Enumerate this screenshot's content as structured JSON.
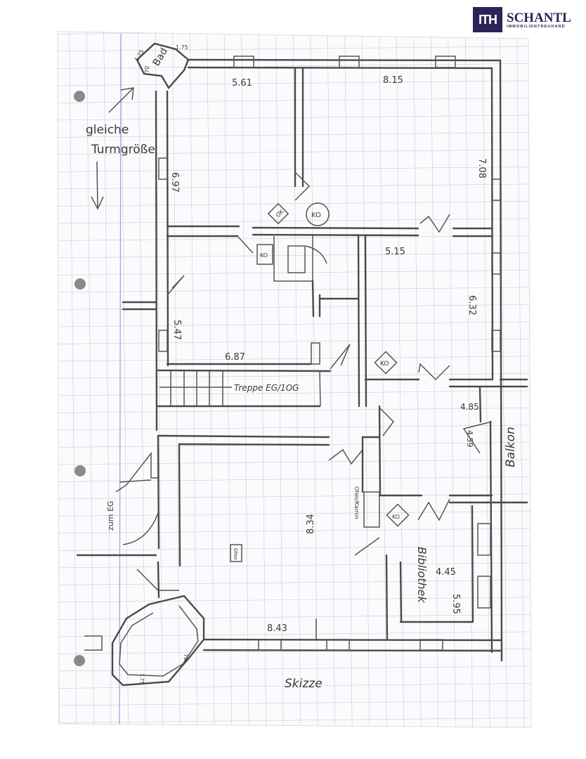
{
  "logo": {
    "mark": "ITH",
    "name": "SCHANTL",
    "subtitle": "IMMOBILIENTREUHAND"
  },
  "colors": {
    "brand": "#2c2358",
    "grid": "#b9c3d6",
    "pencil": "#4a4a4a"
  },
  "plan": {
    "title": "Skizze",
    "note_line1": "gleiche",
    "note_line2": "Turmgröße",
    "labels": {
      "bad": "Bad",
      "bad_dim1": "1.25",
      "bad_dim2": "1.75",
      "bad_dim3": "70",
      "top_left_width": "5.61",
      "top_right_width": "8.15",
      "top_left_height": "6.97",
      "top_right_height": "7.08",
      "ofen_top": "OK",
      "kachelofen_round": "KO",
      "kachelofen_small": "KO",
      "mid_right_width": "5.15",
      "mid_right_height": "6.32",
      "mid_left_height": "5.47",
      "mid_left_width": "6.87",
      "stairs": "Treppe EG/1OG",
      "hall_ko": "KO",
      "small_room_width": "4.85",
      "small_room_height": "4.59",
      "balkon": "Balkon",
      "zum_eg": "zum EG",
      "ofen_kamin": "Ofen/Kamin",
      "bib_ko": "KO",
      "bibliothek": "Bibliothek",
      "bib_width": "4.45",
      "bib_height": "5.95",
      "big_room_height": "8.34",
      "big_room_width": "8.43",
      "ofen_big": "Ofen",
      "tower_dim1": "70",
      "tower_dim2": "1.75"
    }
  }
}
